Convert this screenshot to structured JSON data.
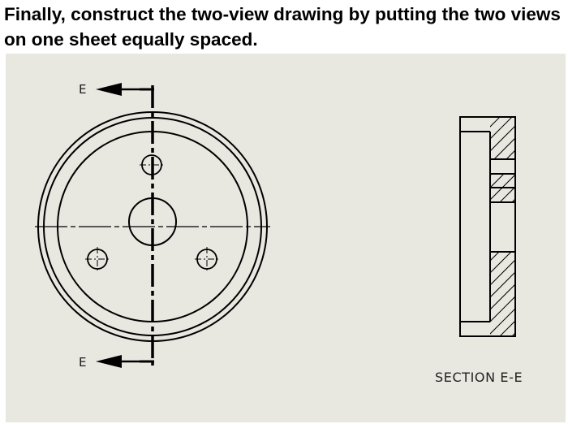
{
  "instruction": {
    "text": "Finally, construct the two-view drawing by putting the two views on one sheet equally spaced."
  },
  "drawing": {
    "section_label_top": "E",
    "section_label_bottom": "E",
    "section_caption": "SECTION E-E"
  }
}
